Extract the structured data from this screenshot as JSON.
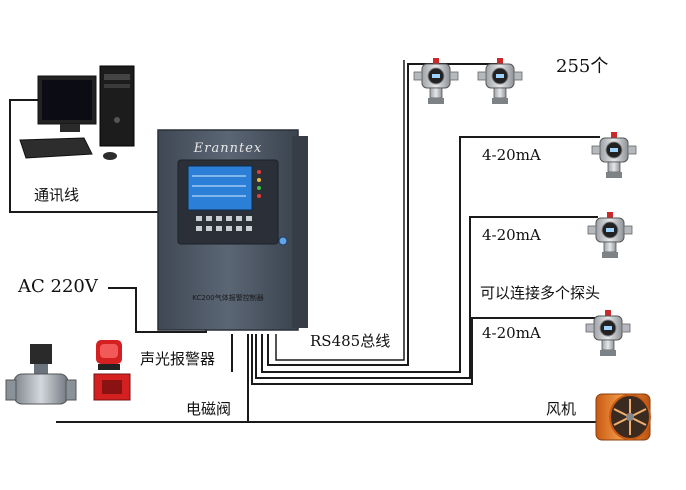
{
  "labels": {
    "comm_line": "通讯线",
    "ac_power": "AC 220V",
    "alarm": "声光报警器",
    "valve": "电磁阀",
    "rs485": "RS485总线",
    "probe_count": "255个",
    "signal_1": "4-20mA",
    "signal_2": "4-20mA",
    "signal_3": "4-20mA",
    "multi_probe": "可以连接多个探头",
    "fan": "风机"
  },
  "controller": {
    "brand": "Eranntex",
    "model_text": "KC200气体报警控制器"
  },
  "colors": {
    "wire": "#1a1a1a",
    "cabinet": "#4a5563",
    "screen": "#2c7fd6",
    "alarm_red": "#d42020",
    "fan_orange": "#e8782a"
  }
}
